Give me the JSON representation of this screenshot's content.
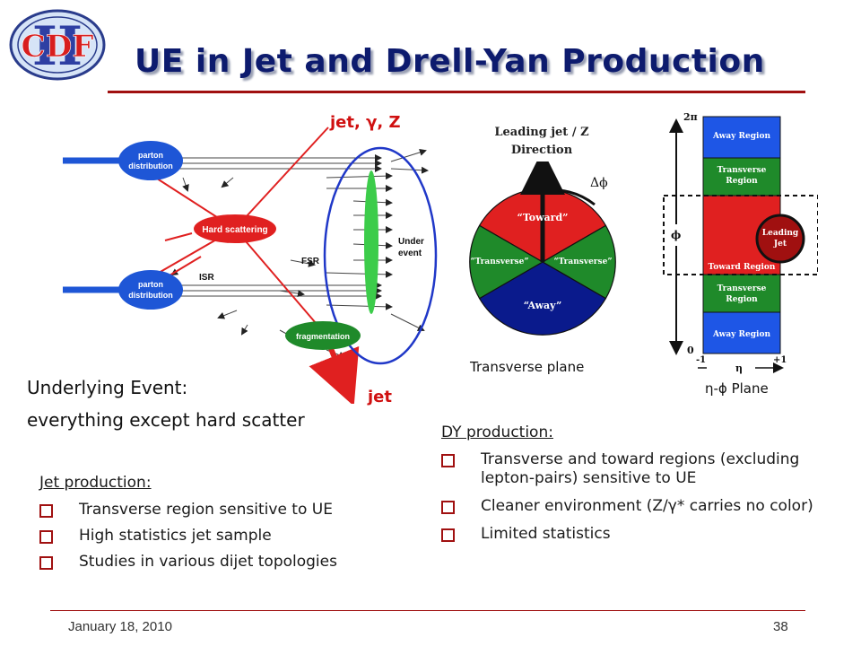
{
  "title": "UE in Jet and Drell-Yan Production",
  "logo": {
    "text": "CDF",
    "numeral": "II"
  },
  "diagram": {
    "parton_top": "parton distribution",
    "parton_bottom": "parton distribution",
    "hard_scattering": "Hard scattering",
    "isr": "ISR",
    "fsr": "FSR",
    "fragmentation": "fragmentation",
    "under_event": "Under event",
    "jet_top": "jet, γ, Z",
    "jet_bottom": "jet"
  },
  "ue_text": {
    "line1": "Underlying Event:",
    "line2": "everything except hard scatter"
  },
  "transverse": {
    "leading": "Leading jet / Z Direction",
    "delta_phi": "Δϕ",
    "toward": "“Toward”",
    "transverse_left": "“Transverse”",
    "transverse_right": "“Transverse”",
    "away": "“Away”",
    "caption": "Transverse plane"
  },
  "eta_phi": {
    "away_top": "Away Region",
    "transverse_top": "Transverse Region",
    "toward": "Toward Region",
    "transverse_bottom": "Transverse Region",
    "away_bottom": "Away Region",
    "leading_jet": "Leading Jet",
    "two_pi": "2π",
    "phi": "ϕ",
    "zero": "0",
    "minus_one": "-1",
    "eta": "η",
    "plus_one": "+1",
    "caption": "η-ϕ Plane"
  },
  "jet_production": {
    "heading": "Jet production:",
    "bullets": [
      "Transverse region sensitive to UE",
      "High statistics jet sample",
      "Studies in various dijet topologies"
    ]
  },
  "dy_production": {
    "heading": "DY production:",
    "bullets": [
      "Transverse and toward regions (excluding lepton-pairs) sensitive to UE",
      "Cleaner environment (Z/γ* carries no color)",
      "Limited statistics"
    ]
  },
  "footer": {
    "date": "January 18, 2010",
    "page": "38"
  },
  "colors": {
    "title": "#0d1b6e",
    "accent": "#a01010",
    "toward": "#e02020",
    "transverse": "#1f8a2a",
    "away": "#0a1a8c",
    "ellipse_green": "#3ccc4a"
  }
}
